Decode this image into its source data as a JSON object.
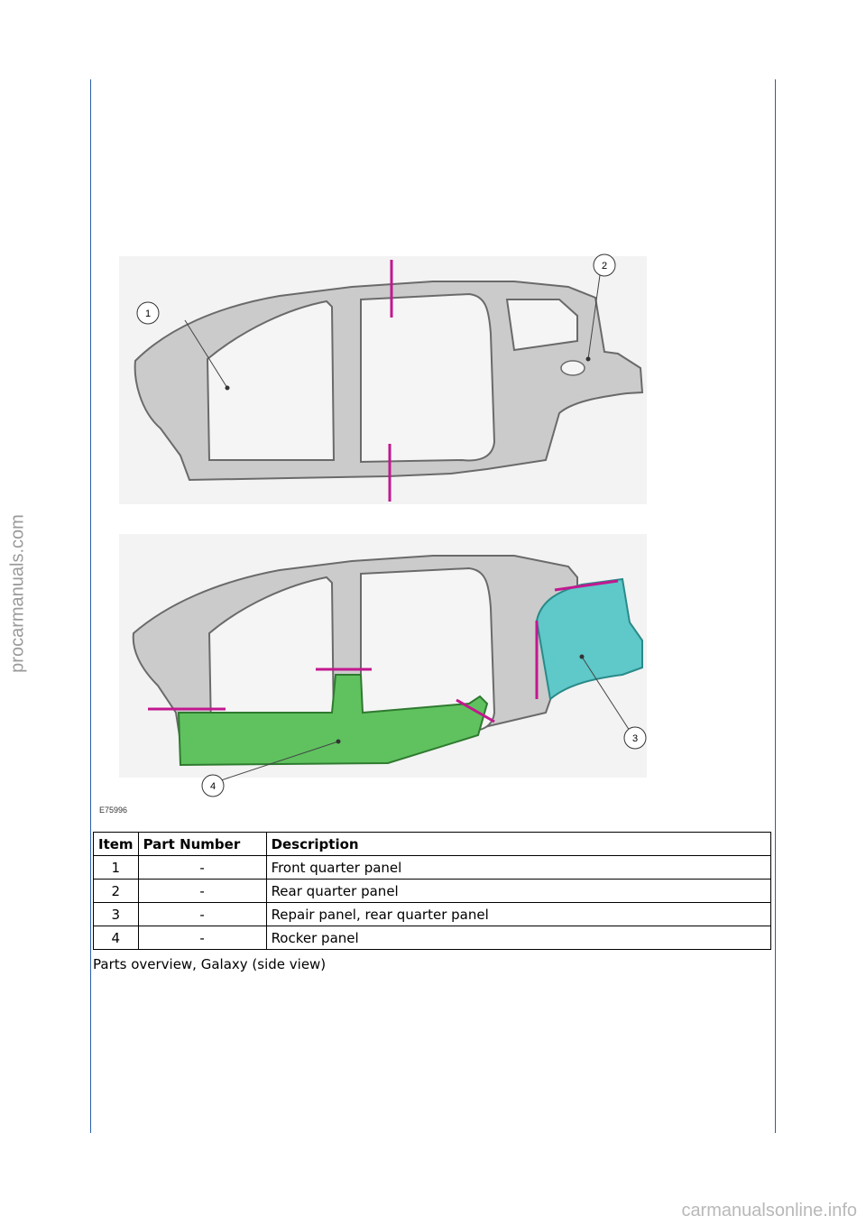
{
  "watermark_side": "procarmanuals.com",
  "watermark_footer": "carmanualsonline.info",
  "figure": {
    "code": "E75996",
    "callouts": [
      "1",
      "2",
      "3",
      "4"
    ],
    "colors": {
      "rocker_panel": "#5fc25f",
      "repair_panel": "#5fc8c8",
      "cut_line": "#c2188f",
      "body": "#cdcdcd"
    }
  },
  "table": {
    "headers": {
      "item": "Item",
      "part_number": "Part Number",
      "description": "Description"
    },
    "rows": [
      {
        "item": "1",
        "part_number": "-",
        "description": "Front quarter panel"
      },
      {
        "item": "2",
        "part_number": "-",
        "description": "Rear quarter panel"
      },
      {
        "item": "3",
        "part_number": "-",
        "description": "Repair panel, rear quarter panel"
      },
      {
        "item": "4",
        "part_number": "-",
        "description": "Rocker panel"
      }
    ]
  },
  "caption": "Parts overview, Galaxy (side view)"
}
